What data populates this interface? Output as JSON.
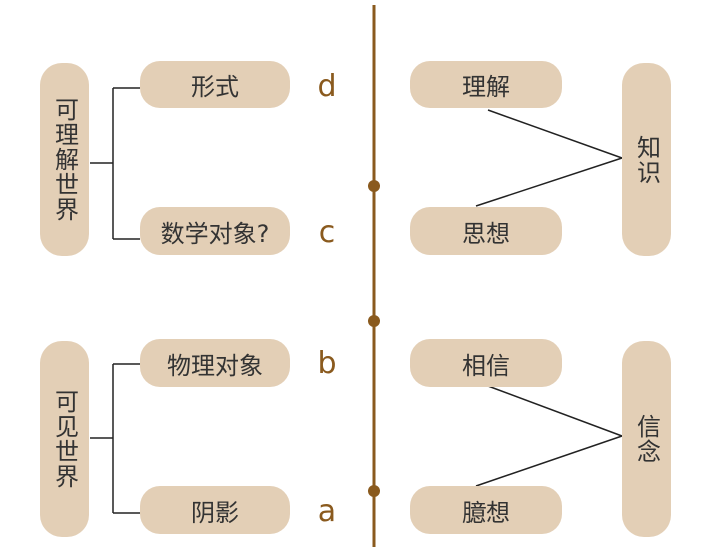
{
  "left_groups": {
    "top": {
      "label": "可理解世界",
      "items": [
        "形式",
        "数学对象?"
      ]
    },
    "bottom": {
      "label": "可见世界",
      "items": [
        "物理对象",
        "阴影"
      ]
    }
  },
  "right_groups": {
    "top": {
      "label": "知识",
      "items": [
        "理解",
        "思想"
      ]
    },
    "bottom": {
      "label": "信念",
      "items": [
        "相信",
        "臆想"
      ]
    }
  },
  "divided_line_letters": [
    "d",
    "c",
    "b",
    "a"
  ],
  "colors": {
    "box": "#e3cfb6",
    "line": "#8a5a1e",
    "text": "#333333"
  }
}
